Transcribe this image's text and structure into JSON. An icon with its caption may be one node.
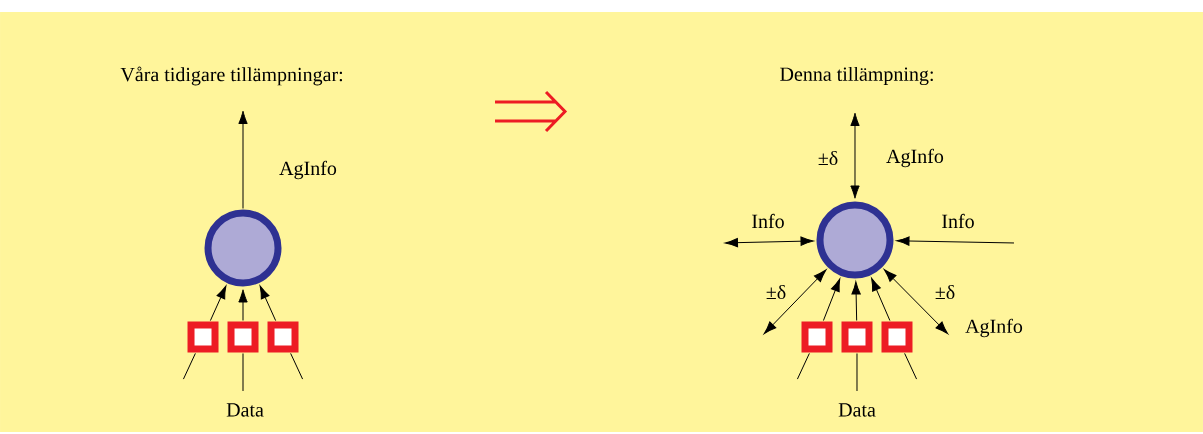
{
  "diagram": {
    "nodes": [
      {
        "text": [],
        "shape": "circle"
      },
      {
        "text": [],
        "shape": "box"
      },
      {
        "text": [],
        "shape": "box"
      },
      {
        "text": [],
        "shape": "box"
      },
      {
        "text": [],
        "shape": "circle"
      },
      {
        "text": [],
        "shape": "box"
      },
      {
        "text": [],
        "shape": "box"
      },
      {
        "text": [],
        "shape": "box"
      }
    ],
    "edges": [
      {
        "from": 0,
        "to": null,
        "arrow": "to",
        "label": "AgInfo"
      },
      {
        "from": 1,
        "to": 0,
        "arrow": "to"
      },
      {
        "from": 2,
        "to": 0,
        "arrow": "to"
      },
      {
        "from": 3,
        "to": 0,
        "arrow": "to"
      },
      {
        "from": null,
        "to": 1,
        "arrow": "none"
      },
      {
        "from": null,
        "to": 2,
        "arrow": "none"
      },
      {
        "from": null,
        "to": 3,
        "arrow": "none"
      },
      {
        "from": 4,
        "to": null,
        "arrow": "both",
        "label": "AgInfo"
      },
      {
        "from": null,
        "to": 4,
        "arrow": "both",
        "label": "Info"
      },
      {
        "from": null,
        "to": 4,
        "arrow": "to",
        "label": "Info"
      },
      {
        "from": 4,
        "to": null,
        "arrow": "both",
        "label": "±δ"
      },
      {
        "from": 4,
        "to": null,
        "arrow": "both",
        "label": "±δ"
      },
      {
        "from": 5,
        "to": 4,
        "arrow": "to"
      },
      {
        "from": 6,
        "to": 4,
        "arrow": "to"
      },
      {
        "from": 7,
        "to": 4,
        "arrow": "to"
      },
      {
        "from": null,
        "to": 5,
        "arrow": "none"
      },
      {
        "from": null,
        "to": 6,
        "arrow": "none"
      },
      {
        "from": null,
        "to": 7,
        "arrow": "none"
      }
    ],
    "labels": [
      "Våra tidigare tillämpningar:",
      "Denna tillämpning:",
      "±δ",
      "AgInfo",
      "Data",
      "Data"
    ]
  }
}
